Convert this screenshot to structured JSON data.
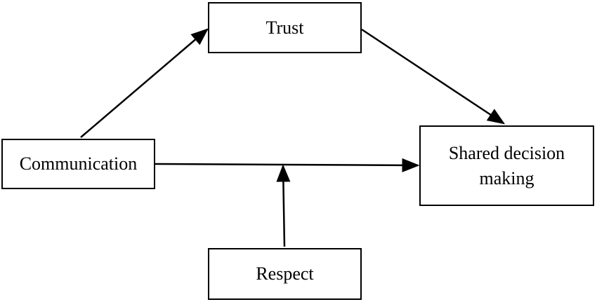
{
  "nodes": {
    "trust": {
      "label": "Trust"
    },
    "communication": {
      "label": "Communication"
    },
    "shared_decision_making": {
      "label_line1": "Shared decision",
      "label_line2": "making"
    },
    "respect": {
      "label": "Respect"
    }
  },
  "edges": [
    {
      "from": "communication",
      "to": "trust"
    },
    {
      "from": "trust",
      "to": "shared_decision_making"
    },
    {
      "from": "communication",
      "to": "shared_decision_making"
    },
    {
      "from": "respect",
      "to": "communication-shared_decision_making-edge"
    }
  ],
  "colors": {
    "stroke": "#000000",
    "background": "#ffffff"
  }
}
